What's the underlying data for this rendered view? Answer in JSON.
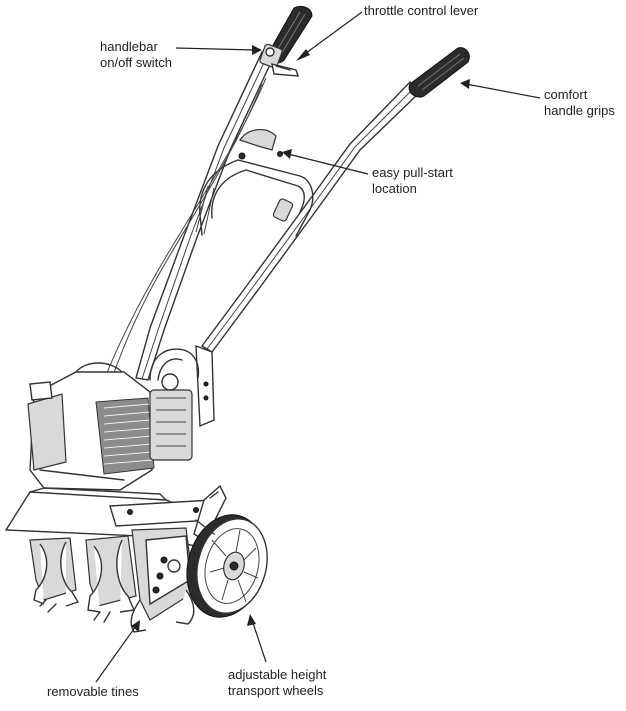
{
  "labels": {
    "throttle": "throttle control lever",
    "switch": "handlebar\non/off switch",
    "grips": "comfort\nhandle grips",
    "pullstart": "easy pull-start\nlocation",
    "tines": "removable tines",
    "wheels": "adjustable height\ntransport wheels"
  }
}
